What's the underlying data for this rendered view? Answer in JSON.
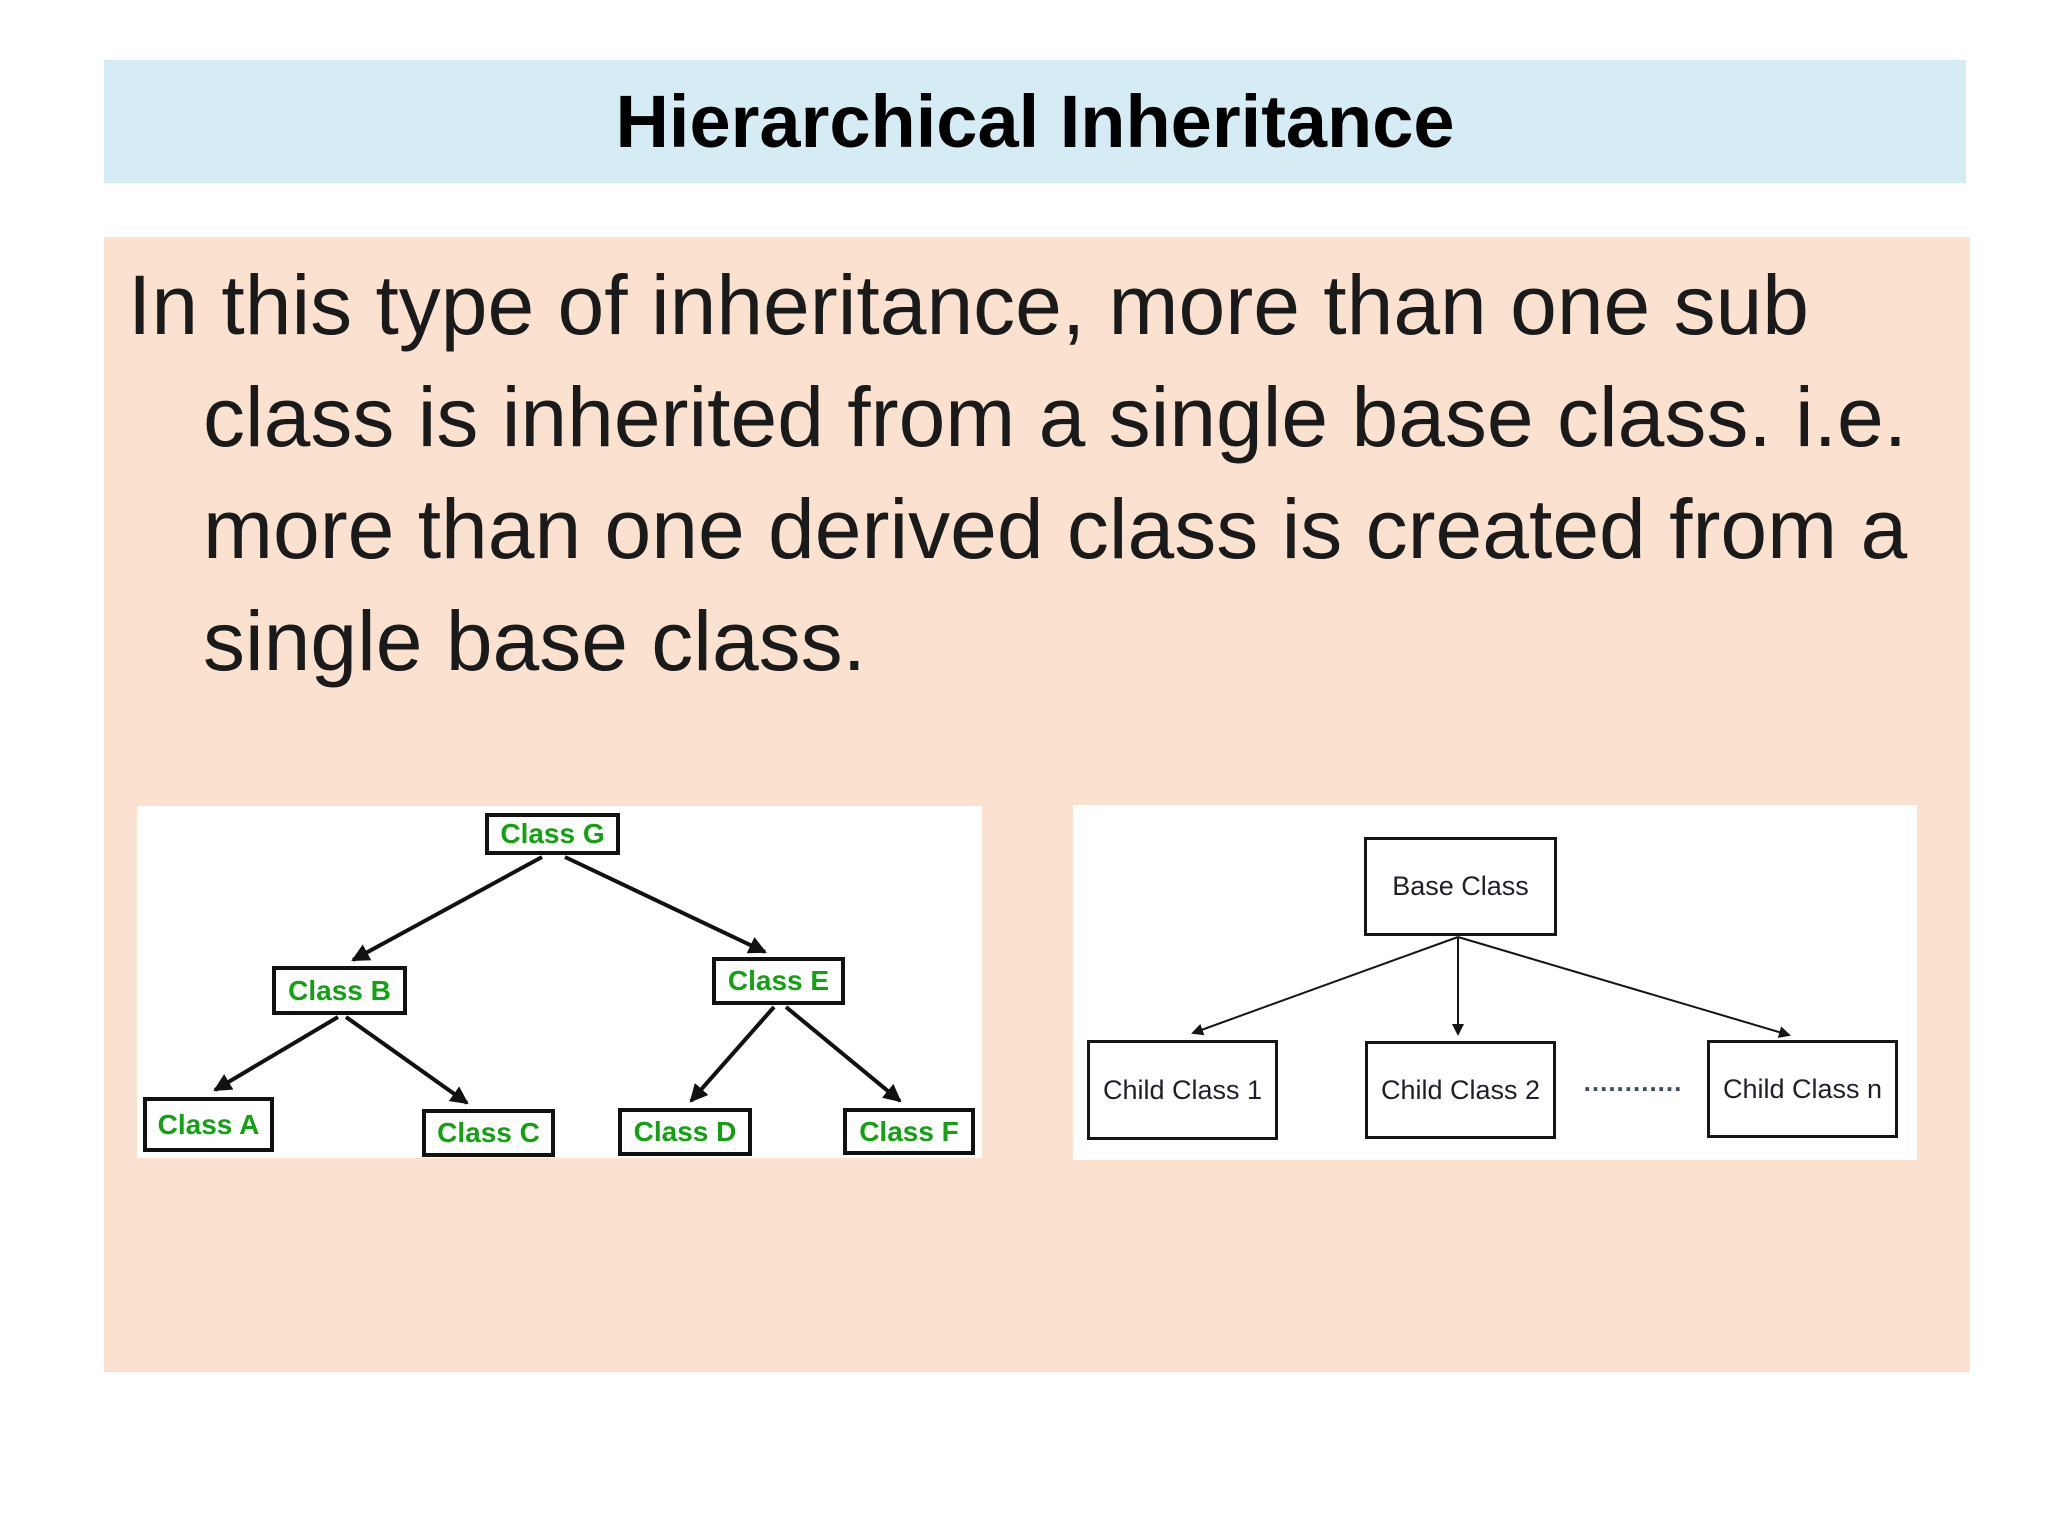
{
  "slide": {
    "title": "Hierarchical Inheritance",
    "body_lines": [
      "In this type of inheritance, more than one sub",
      "class is inherited from a single base class. i.e.",
      "more than one derived class is created from a",
      "single base class."
    ]
  },
  "left_diagram": {
    "class_g": "Class G",
    "class_b": "Class B",
    "class_e": "Class E",
    "class_a": "Class A",
    "class_c": "Class C",
    "class_d": "Class D",
    "class_f": "Class F"
  },
  "right_diagram": {
    "base": "Base Class",
    "child1": "Child Class 1",
    "child2": "Child Class 2",
    "childn": "Child Class n",
    "dots": "............"
  },
  "colors": {
    "header_bg": "#d5ecf4",
    "content_bg": "#fbe2d0",
    "green_text": "#13a113",
    "body_text": "#1a1a1a",
    "right_text": "#1e2029",
    "dots_color": "#3c4a63"
  }
}
